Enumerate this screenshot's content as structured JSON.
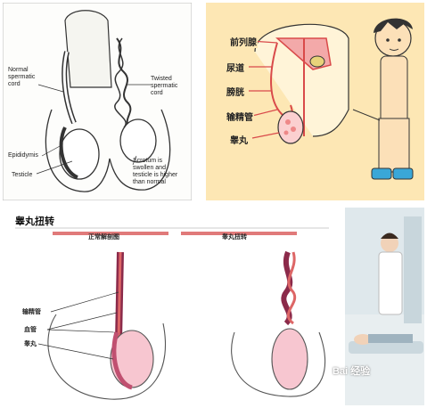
{
  "panel1": {
    "labels": {
      "normal_cord": "Normal\nspermatic\ncord",
      "twisted_cord": "Twisted\nspermatic\ncord",
      "epididymis": "Epididymis",
      "testicle": "Testicle",
      "scrotum_note": "Scrotum is\nswollen and\ntesticle is higher\nthan normal"
    }
  },
  "panel2": {
    "labels": {
      "prostate": "前列腺",
      "urethra": "尿道",
      "bladder": "膀胱",
      "vas_deferens": "输精管",
      "testis": "睾丸"
    }
  },
  "panel3": {
    "title": "睾丸扭转",
    "normal_heading": "正常解剖图",
    "torsion_heading": "睾丸扭转",
    "labels": {
      "vas_deferens": "输精管",
      "blood_vessel": "血管",
      "testis": "睾丸"
    }
  },
  "watermark": "Bai 经验",
  "colors": {
    "panel2_bg": "#fde7b4",
    "organ_red": "#d94a4a",
    "testis_pink": "#f7c6d0",
    "title_bar": "#e07a7a"
  }
}
